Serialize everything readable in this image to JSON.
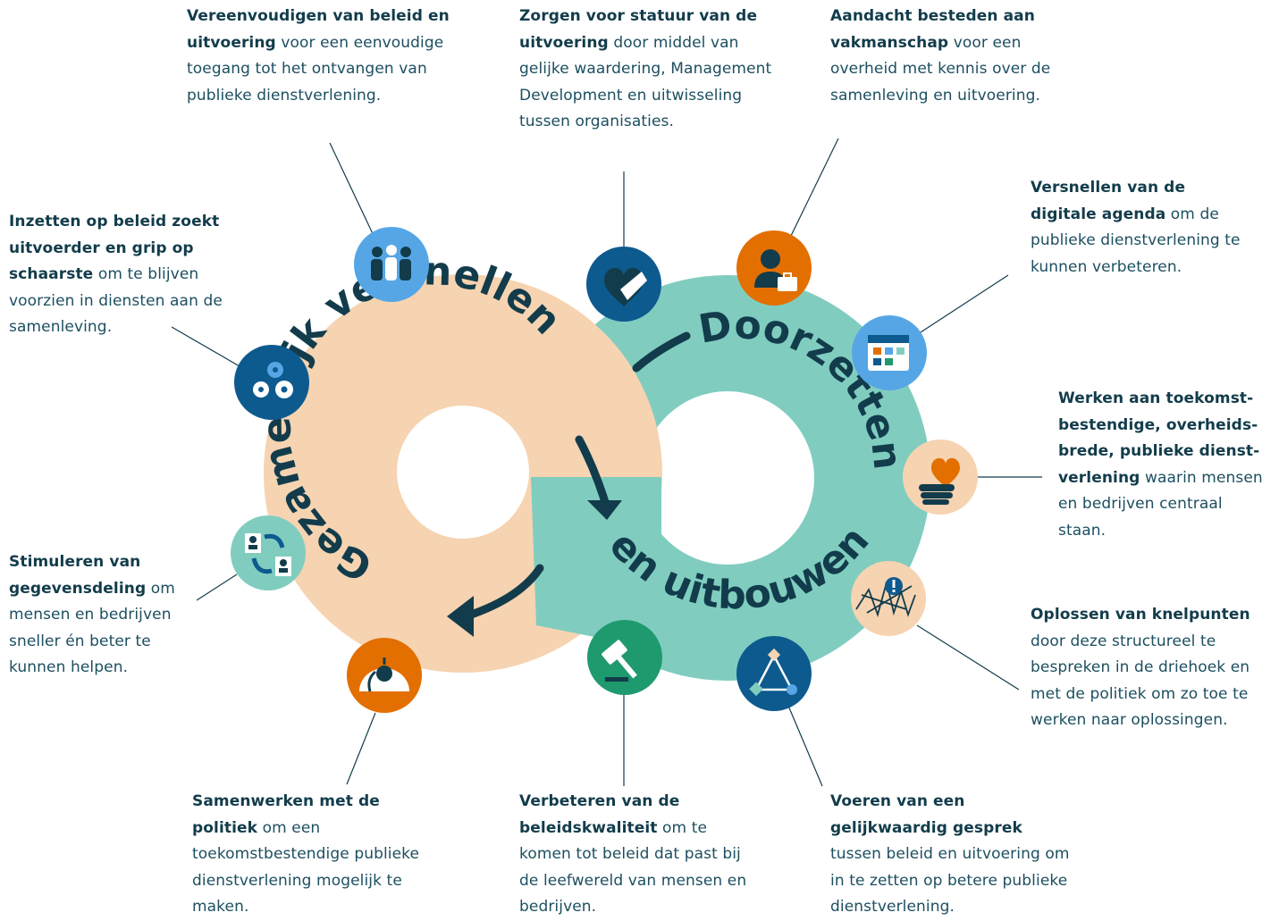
{
  "diagram": {
    "left_title": "Gezamenlijk versnellen",
    "right_title": "Doorzetten en uitbouwen",
    "colors": {
      "peach": "#f6d3b1",
      "teal": "#80cdc0",
      "navy": "#123c4b",
      "blue_dark": "#0d5a8f",
      "blue_light": "#56a6e6",
      "orange": "#e36f00",
      "green": "#1f9a6f"
    }
  },
  "labels": {
    "beleid_vereenvoudigen": {
      "bold": "Vereenvoudigen van beleid en uitvoering",
      "text": " voor een eenvoudige toegang tot het ontvangen van publieke dienstverlening."
    },
    "statuur": {
      "bold": "Zorgen voor statuur van de uitvoering",
      "text": " door middel van gelijke waardering, Management Development en uitwisseling tussen organisaties."
    },
    "vakmanschap": {
      "bold": "Aandacht besteden aan vakmanschap",
      "text": " voor een overheid met kennis over de samenleving en uitvoering."
    },
    "schaarste": {
      "bold": "Inzetten op beleid zoekt uitvoerder en grip op schaarste",
      "text": " om te blijven voorzien in diensten aan de samenleving."
    },
    "digitale_agenda": {
      "bold": "Versnellen van de digitale agenda",
      "text": " om de publieke dienstverlening te kunnen verbeteren."
    },
    "toekomstbestendig": {
      "bold": "Werken aan toekomst-bestendige, overheids-brede, publieke dienst-verlening",
      "text": " waarin mensen en bedrijven centraal staan."
    },
    "gegevensdeling": {
      "bold": "Stimuleren van gegevensdeling",
      "text": " om mensen en bedrijven sneller én beter te kunnen helpen."
    },
    "knelpunten": {
      "bold": "Oplossen van knelpunten",
      "text": " door deze structureel te bespreken in de driehoek en met de politiek om zo toe te werken naar oplossingen."
    },
    "politiek": {
      "bold": "Samenwerken met de politiek",
      "text": " om een toekomstbestendige publieke dienstverlening mogelijk te maken."
    },
    "beleidskwaliteit": {
      "bold": "Verbeteren van de beleidskwaliteit",
      "text": " om te komen tot beleid dat past bij de leefwereld van mensen en bedrijven."
    },
    "gesprek": {
      "bold": "Voeren van een gelijkwaardig gesprek",
      "text": " tussen beleid en uitvoering om in te zetten op betere publieke dienstverlening."
    }
  },
  "icons": [
    "people-family-icon",
    "handshake-heart-icon",
    "worker-toolbox-icon",
    "gears-icon",
    "calendar-icon",
    "heart-hand-icon",
    "document-exchange-icon",
    "tangle-alert-icon",
    "parliament-dome-icon",
    "gavel-icon",
    "triangle-network-icon"
  ]
}
